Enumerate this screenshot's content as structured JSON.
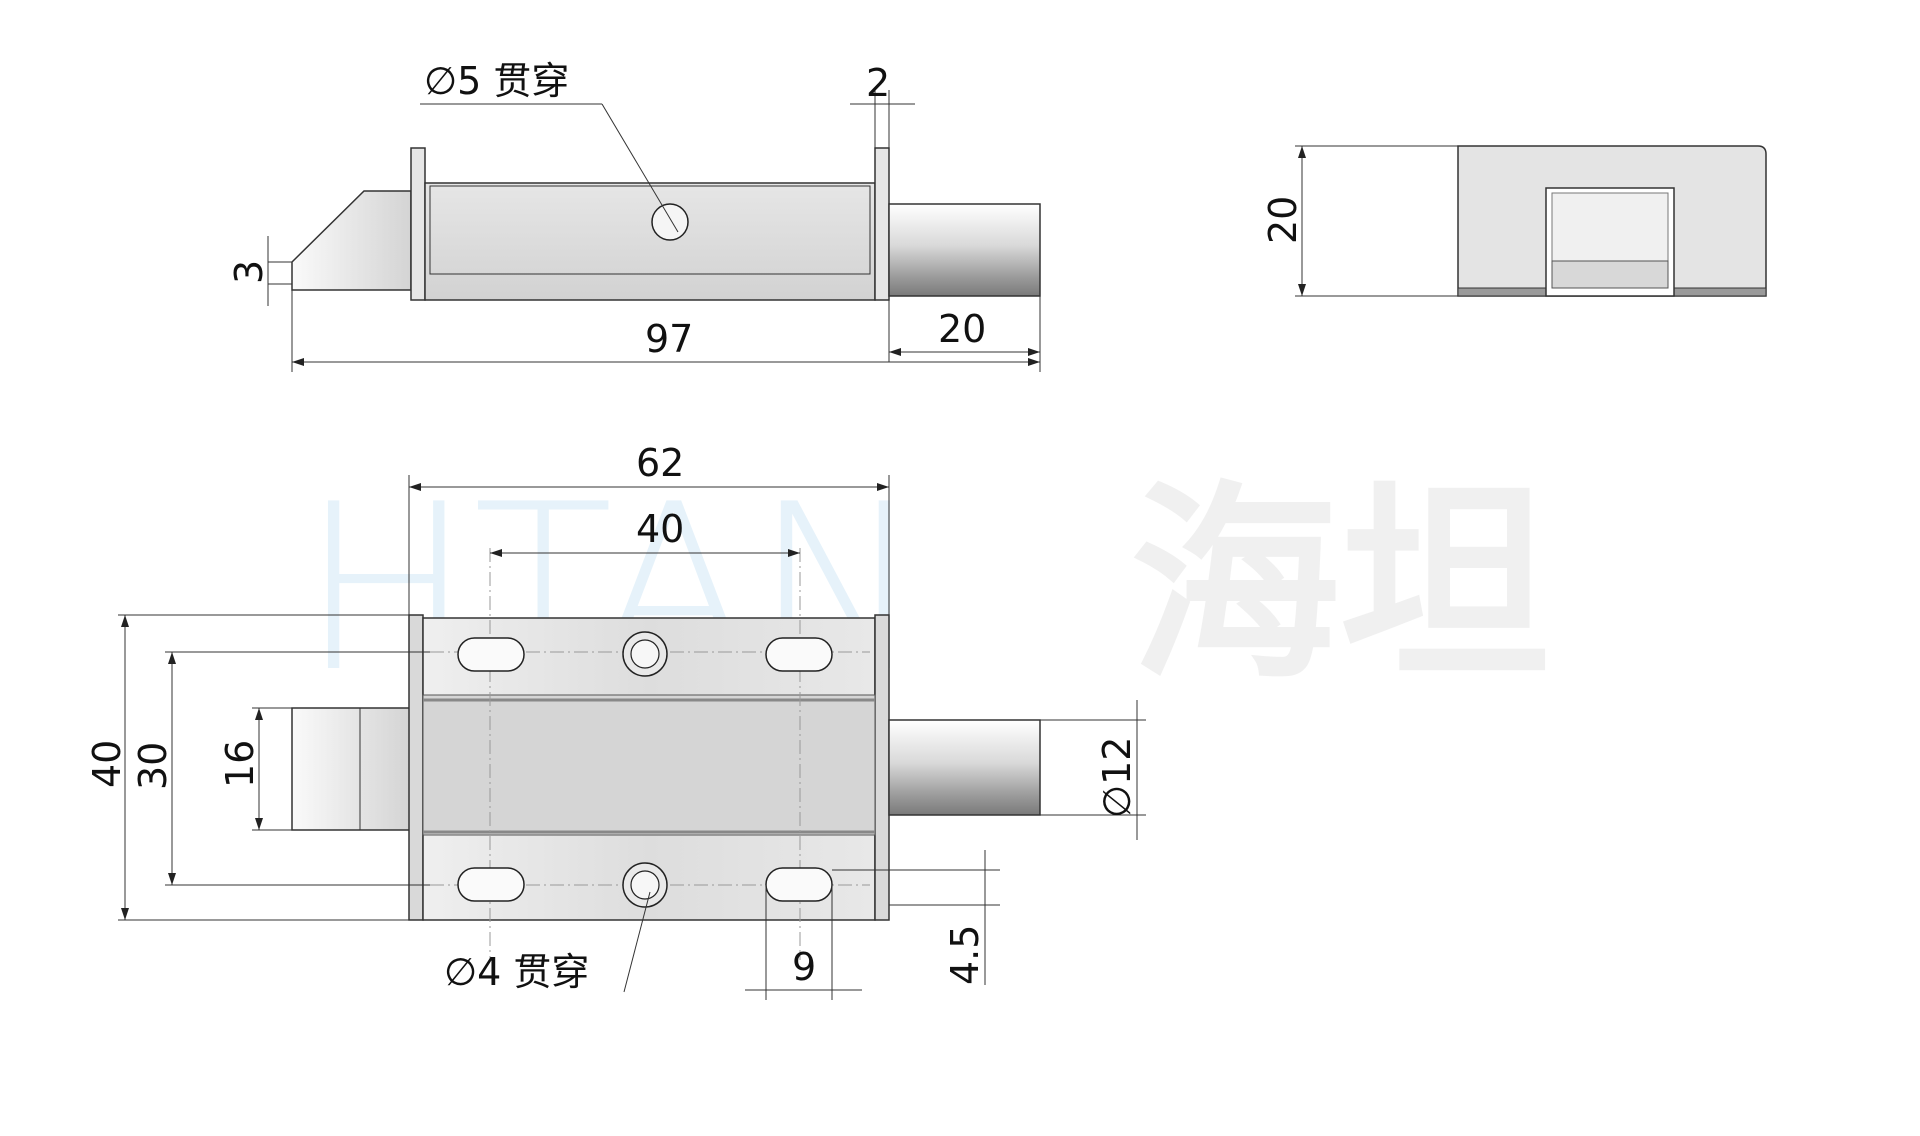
{
  "watermark": {
    "latin": "HTAN",
    "chinese": "海坦"
  },
  "top_view": {
    "hole_note": "∅5 贯穿",
    "dims": {
      "flange_thickness": "2",
      "bevel": "3",
      "overall_length": "97",
      "pin_extension": "20"
    }
  },
  "end_view": {
    "dims": {
      "height": "20"
    }
  },
  "front_view": {
    "dims": {
      "body_width": "62",
      "hole_spacing": "40",
      "overall_height": "40",
      "hole_row_spacing": "30",
      "handle_height": "16",
      "pin_diameter": "∅12",
      "slot_length": "9",
      "edge_offset": "4.5"
    },
    "hole_note": "∅4 贯穿"
  },
  "colors": {
    "line": "#222222",
    "metal_light": "#f2f2f2",
    "metal_mid": "#d6d6d6",
    "metal_dark": "#8c8c8c",
    "watermark_blue": "#b9dcf2"
  }
}
